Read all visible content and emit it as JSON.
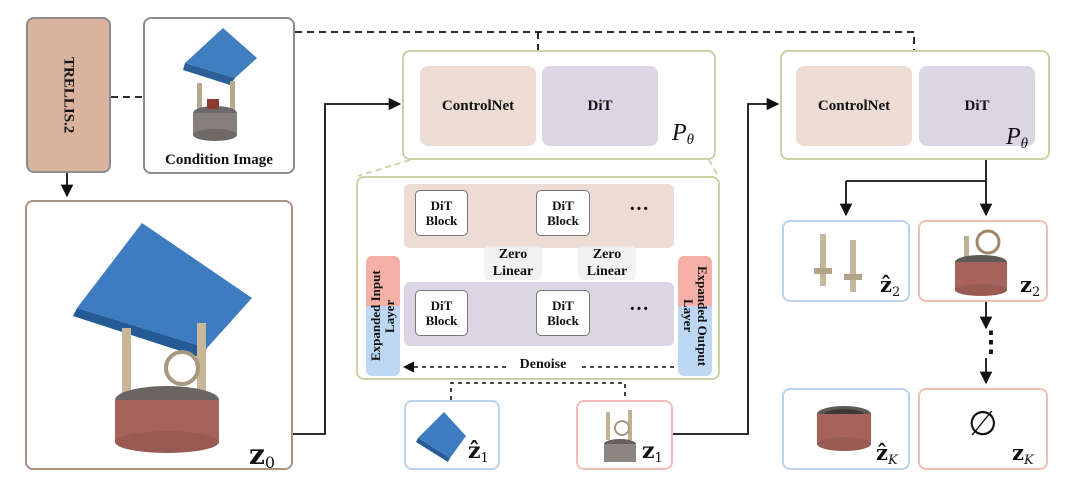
{
  "trellis_label": "TRELLIS.2",
  "condition_label": "Condition Image",
  "z0_label": "z",
  "z0_sub": "0",
  "top_left_module": {
    "controlnet": "ControlNet",
    "dit": "DiT",
    "p_symbol": "P",
    "p_sub": "θ"
  },
  "top_right_module": {
    "controlnet": "ControlNet",
    "dit": "DiT",
    "p_symbol": "P",
    "p_sub": "θ"
  },
  "detail": {
    "dit_block_top1": "DiT Block",
    "dit_block_top2": "DiT Block",
    "dit_block_bot1": "DiT Block",
    "dit_block_bot2": "DiT Block",
    "ellipsis_top": "···",
    "ellipsis_bot": "···",
    "zero_linear_1": "Zero Linear",
    "zero_linear_2": "Zero Linear",
    "expanded_input": "Expanded Input Layer",
    "expanded_output": "Expanded Output Layer",
    "denoise": "Denoise"
  },
  "z1hat_label": "ẑ",
  "z1hat_sub": "1",
  "z1_label": "z",
  "z1_sub": "1",
  "z2hat_label": "ẑ",
  "z2hat_sub": "2",
  "z2_label": "z",
  "z2_sub": "2",
  "vertical_dots": "⋮",
  "zKhat_label": "ẑ",
  "zKhat_sub": "K",
  "zK_label": "z",
  "zK_sub": "K",
  "empty_set": "∅",
  "colors": {
    "trellis_fill": "#d9b39e",
    "brown_border": "#a99184",
    "gray_border": "#8c8c8c",
    "green_border": "#c7d4a5",
    "controlnet_fill": "#ecdcd3",
    "dit_fill": "#dcd6e4",
    "blue_border": "#b9d2ee",
    "pink_border": "#f1beb6",
    "input_blue": "#bed7f2",
    "output_pink": "#f5b1a8"
  }
}
